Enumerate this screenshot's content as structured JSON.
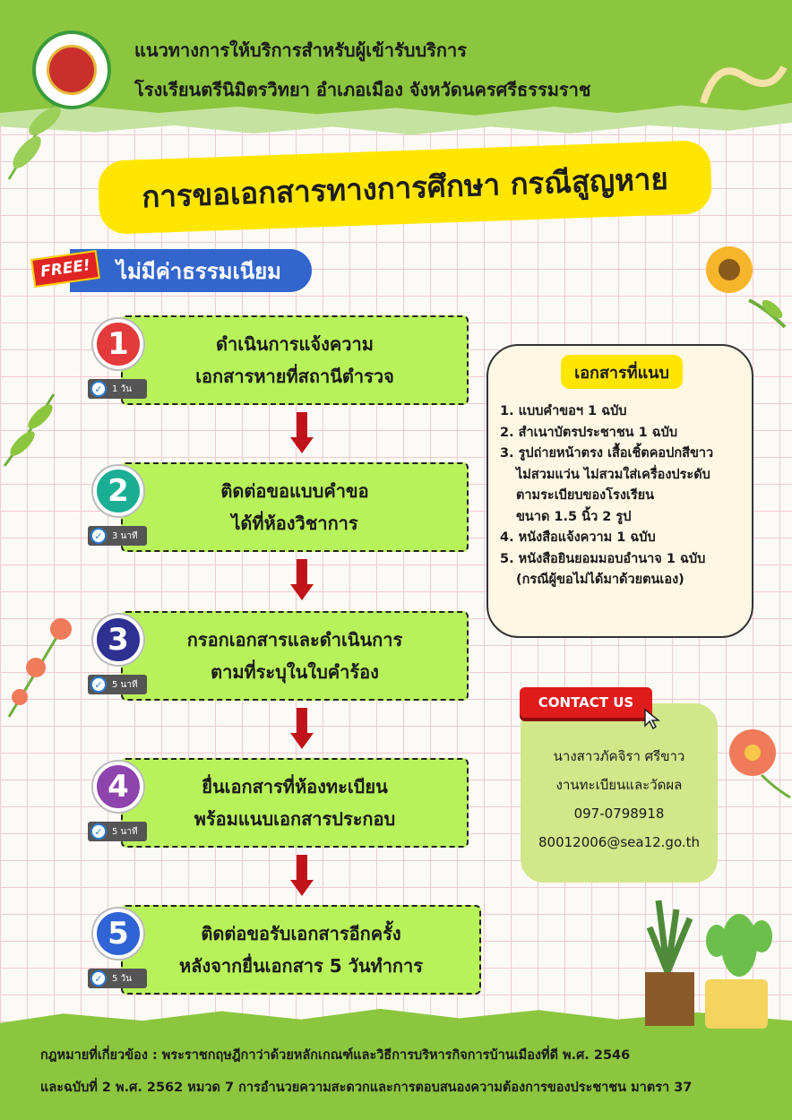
{
  "header": {
    "line1": "แนวทางการให้บริการสำหรับผู้เข้ารับบริการ",
    "line2": "โรงเรียนตรีนิมิตรวิทยา  อำเภอเมือง  จังหวัดนครศรีธรรมราช"
  },
  "title": "การขอเอกสารทางการศึกษา  กรณีสูญหาย",
  "fee": {
    "badge": "FREE!",
    "label": "ไม่มีค่าธรรมเนียม"
  },
  "steps": [
    {
      "number": "1",
      "color": "#e33b3b",
      "line1": "ดำเนินการแจ้งความ",
      "line2": "เอกสารหายที่สถานีตำรวจ",
      "time": "1 วัน"
    },
    {
      "number": "2",
      "color": "#1aaf94",
      "line1": "ติดต่อขอแบบคำขอ",
      "line2": "ได้ที่ห้องวิชาการ",
      "time": "3 นาที"
    },
    {
      "number": "3",
      "color": "#2e3192",
      "line1": "กรอกเอกสารและดำเนินการ",
      "line2": "ตามที่ระบุในใบคำร้อง",
      "time": "5 นาที"
    },
    {
      "number": "4",
      "color": "#8e44ad",
      "line1": "ยื่นเอกสารที่ห้องทะเบียน",
      "line2": "พร้อมแนบเอกสารประกอบ",
      "time": "5 นาที"
    },
    {
      "number": "5",
      "color": "#2f63d6",
      "line1": "ติดต่อขอรับเอกสารอีกครั้ง",
      "line2": "หลังจากยื่นเอกสาร 5 วันทำการ",
      "time": "5 วัน"
    }
  ],
  "documents": {
    "title": "เอกสารที่แนบ",
    "items": [
      "1. แบบคำขอฯ 1 ฉบับ",
      "2. สำเนาบัตรประชาชน 1 ฉบับ",
      "3. รูปถ่ายหน้าตรง เสื้อเชิ้ตคอปกสีขาว",
      "   ไม่สวมแว่น ไม่สวมใส่เครื่องประดับ",
      "   ตามระเบียบของโรงเรียน",
      "   ขนาด 1.5 นิ้ว  2 รูป",
      "4. หนังสือแจ้งความ  1 ฉบับ",
      "5. หนังสือยินยอมมอบอำนาจ  1 ฉบับ",
      "   (กรณีผู้ขอไม่ได้มาด้วยตนเอง)"
    ]
  },
  "contact": {
    "button": "CONTACT US",
    "name": "นางสาวภัคจิรา ศรีขาว",
    "department": "งานทะเบียนและวัดผล",
    "phone": "097-0798918",
    "email": "80012006@sea12.go.th"
  },
  "law": {
    "line1": "กฎหมายที่เกี่ยวข้อง : พระราชกฤษฎีกาว่าด้วยหลักเกณฑ์และวิธีการบริหารกิจการบ้านเมืองที่ดี พ.ศ. 2546",
    "line2": "และฉบับที่ 2 พ.ศ. 2562 หมวด 7 การอำนวยความสะดวกและการตอบสนองความต้องการของประชาชน มาตรา 37"
  }
}
